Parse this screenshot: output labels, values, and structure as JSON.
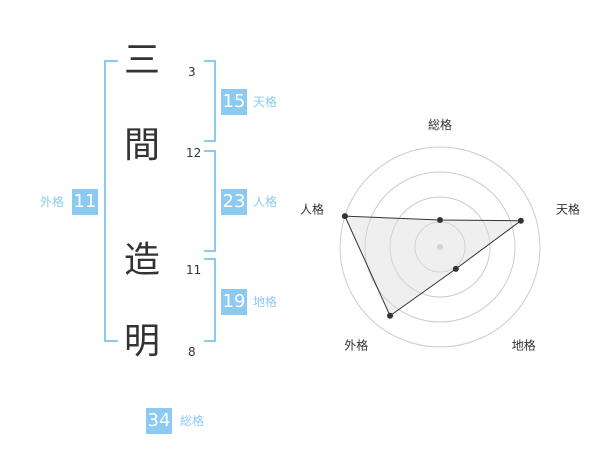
{
  "name": {
    "chars": [
      {
        "char": "三",
        "strokes": "3"
      },
      {
        "char": "間",
        "strokes": "12"
      },
      {
        "char": "造",
        "strokes": "11"
      },
      {
        "char": "明",
        "strokes": "8"
      }
    ]
  },
  "fortunes": {
    "tenkaku": {
      "value": "15",
      "label": "天格"
    },
    "jinkaku": {
      "value": "23",
      "label": "人格"
    },
    "chikaku": {
      "value": "19",
      "label": "地格"
    },
    "gaikaku": {
      "value": "11",
      "label": "外格"
    },
    "soukaku": {
      "value": "34",
      "label": "総格"
    }
  },
  "colors": {
    "accent": "#8ccaf2",
    "text": "#333333"
  },
  "chart_data": {
    "type": "radar",
    "axes": [
      "総格",
      "天格",
      "地格",
      "外格",
      "人格"
    ],
    "rings": 4,
    "values": [
      0.27,
      0.85,
      0.27,
      0.85,
      1.0
    ],
    "grid": true
  }
}
